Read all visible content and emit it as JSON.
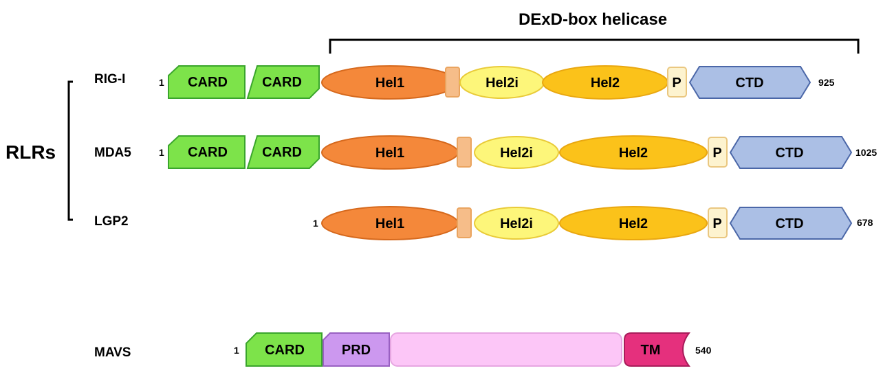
{
  "group": {
    "label": "RLRs"
  },
  "helicase_title": "DExD-box helicase",
  "colors": {
    "card_fill": "#7de34a",
    "card_stroke": "#3aa52c",
    "hel1_fill": "#f4883a",
    "hel1_stroke": "#d6691d",
    "linker_fill": "#f6bd89",
    "linker_stroke": "#eaa45f",
    "hel2i_fill": "#fdf67a",
    "hel2i_stroke": "#e9cb39",
    "hel2_fill": "#fbc21a",
    "hel2_stroke": "#e9a710",
    "p_fill": "#fdf3cf",
    "p_stroke": "#eac780",
    "ctd_fill": "#abbfe5",
    "ctd_stroke": "#4b67a8",
    "prd_fill": "#cc98ef",
    "prd_stroke": "#9960c2",
    "mid_fill": "#fcc6f7",
    "mid_stroke": "#e6a6e1",
    "tm_fill": "#e5307d",
    "tm_stroke": "#a81c5a"
  },
  "proteins": {
    "rig1": {
      "name": "RIG-I",
      "start": "1",
      "end": "925",
      "domains": {
        "card1": "CARD",
        "card2": "CARD",
        "hel1": "Hel1",
        "hel2i": "Hel2i",
        "hel2": "Hel2",
        "p": "P",
        "ctd": "CTD"
      }
    },
    "mda5": {
      "name": "MDA5",
      "start": "1",
      "end": "1025",
      "domains": {
        "card1": "CARD",
        "card2": "CARD",
        "hel1": "Hel1",
        "hel2i": "Hel2i",
        "hel2": "Hel2",
        "p": "P",
        "ctd": "CTD"
      }
    },
    "lgp2": {
      "name": "LGP2",
      "start": "1",
      "end": "678",
      "domains": {
        "hel1": "Hel1",
        "hel2i": "Hel2i",
        "hel2": "Hel2",
        "p": "P",
        "ctd": "CTD"
      }
    },
    "mavs": {
      "name": "MAVS",
      "start": "1",
      "end": "540",
      "domains": {
        "card": "CARD",
        "prd": "PRD",
        "tm": "TM"
      }
    }
  }
}
